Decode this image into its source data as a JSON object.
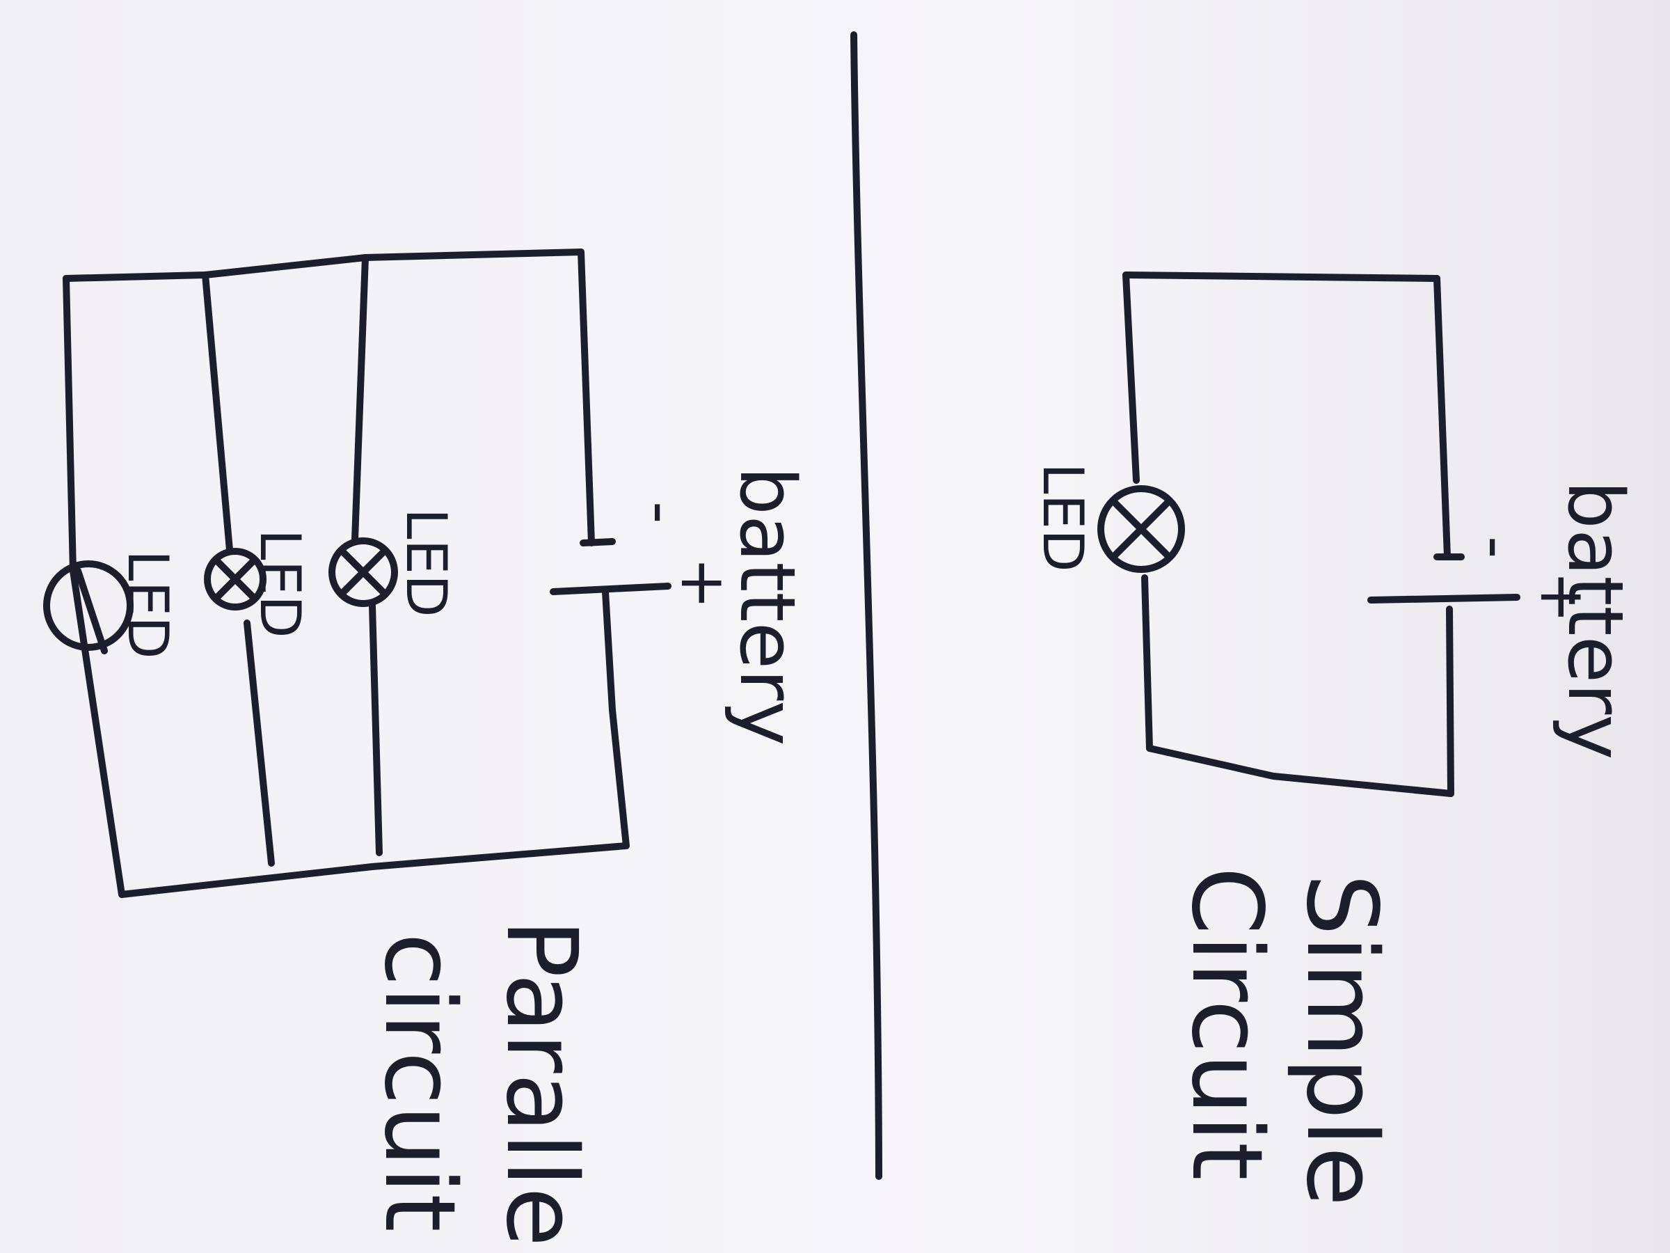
{
  "parallel": {
    "title_line1": "Parallel",
    "title_line2": "circuit",
    "battery_label": "battery",
    "minus": "-",
    "plus": "+",
    "led_labels": [
      "LED",
      "LED",
      "LED"
    ]
  },
  "simple": {
    "title_line1": "Simple",
    "title_line2": "Circuit",
    "battery_label": "battery",
    "minus": "-",
    "plus": "+",
    "led_label": "LED"
  },
  "colors": {
    "paper": "#f4f3f6",
    "ink": "#1c1e2c"
  }
}
